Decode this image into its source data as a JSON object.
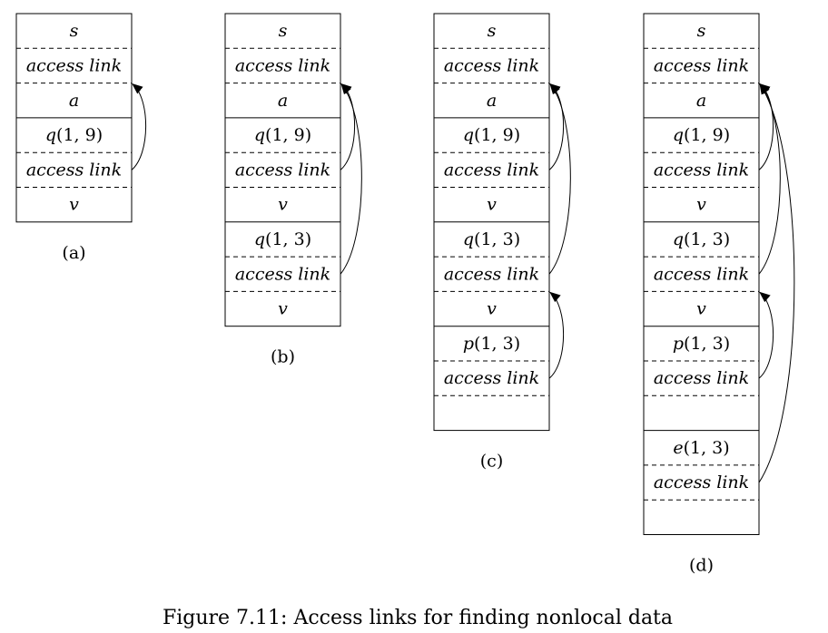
{
  "stacks": [
    {
      "label": "(a)",
      "records": [
        [
          "s",
          "access link",
          "a"
        ],
        [
          "q(1, 9)",
          "access link",
          "v"
        ]
      ]
    },
    {
      "label": "(b)",
      "records": [
        [
          "s",
          "access link",
          "a"
        ],
        [
          "q(1, 9)",
          "access link",
          "v"
        ],
        [
          "q(1, 3)",
          "access link",
          "v"
        ]
      ]
    },
    {
      "label": "(c)",
      "records": [
        [
          "s",
          "access link",
          "a"
        ],
        [
          "q(1, 9)",
          "access link",
          "v"
        ],
        [
          "q(1, 3)",
          "access link",
          "v"
        ],
        [
          "p(1, 3)",
          "access link",
          ""
        ]
      ]
    },
    {
      "label": "(d)",
      "records": [
        [
          "s",
          "access link",
          "a"
        ],
        [
          "q(1, 9)",
          "access link",
          "v"
        ],
        [
          "q(1, 3)",
          "access link",
          "v"
        ],
        [
          "p(1, 3)",
          "access link",
          ""
        ],
        [
          "e(1, 3)",
          "access link",
          ""
        ]
      ]
    }
  ],
  "links": [
    {
      "stack": 0,
      "from_record": 1,
      "to_record": 0
    },
    {
      "stack": 1,
      "from_record": 1,
      "to_record": 0
    },
    {
      "stack": 1,
      "from_record": 2,
      "to_record": 0
    },
    {
      "stack": 2,
      "from_record": 1,
      "to_record": 0
    },
    {
      "stack": 2,
      "from_record": 2,
      "to_record": 0
    },
    {
      "stack": 2,
      "from_record": 3,
      "to_record": 2
    },
    {
      "stack": 3,
      "from_record": 1,
      "to_record": 0
    },
    {
      "stack": 3,
      "from_record": 2,
      "to_record": 0
    },
    {
      "stack": 3,
      "from_record": 3,
      "to_record": 2
    },
    {
      "stack": 3,
      "from_record": 4,
      "to_record": 0
    }
  ],
  "caption": "Figure 7.11: Access links for finding nonlocal data"
}
